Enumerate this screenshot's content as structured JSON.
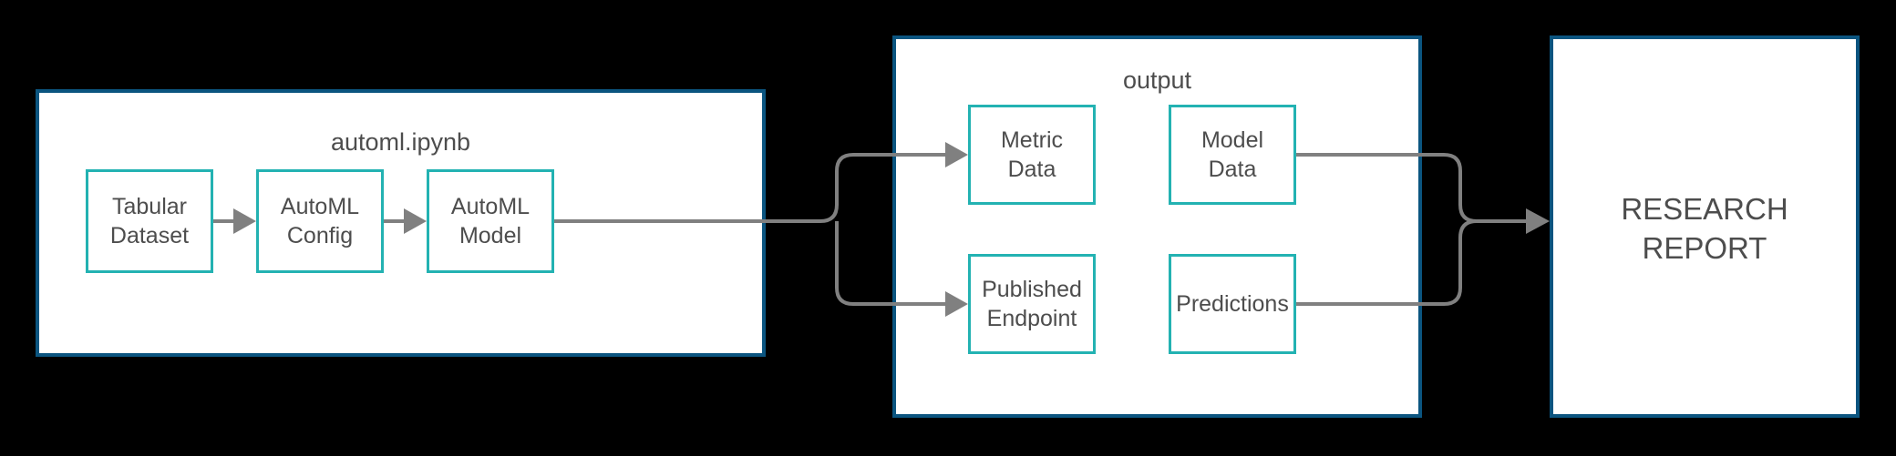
{
  "diagram": {
    "background_color": "#000000",
    "panel_border_color": "#0B5580",
    "node_border_color": "#23B2B2",
    "connector_color": "#808080",
    "text_color": "#4d4d4d",
    "panels": [
      {
        "id": "notebook",
        "title": "automl.ipynb"
      },
      {
        "id": "output",
        "title": "output"
      },
      {
        "id": "report",
        "title": "RESEARCH\nREPORT"
      }
    ],
    "nodes": {
      "tabular_dataset": "Tabular\nDataset",
      "automl_config": "AutoML\nConfig",
      "automl_model": "AutoML\nModel",
      "metric_data": "Metric\nData",
      "model_data": "Model\nData",
      "published_endpoint": "Published\nEndpoint",
      "predictions": "Predictions"
    },
    "edges": [
      {
        "from": "tabular_dataset",
        "to": "automl_config",
        "style": "straight-arrow"
      },
      {
        "from": "automl_config",
        "to": "automl_model",
        "style": "straight-arrow"
      },
      {
        "from": "automl_model",
        "to": "metric_data",
        "style": "split-arrow"
      },
      {
        "from": "automl_model",
        "to": "published_endpoint",
        "style": "split-arrow"
      },
      {
        "from": "model_data",
        "to": "report",
        "style": "merge-arrow"
      },
      {
        "from": "predictions",
        "to": "report",
        "style": "merge-arrow"
      }
    ]
  }
}
